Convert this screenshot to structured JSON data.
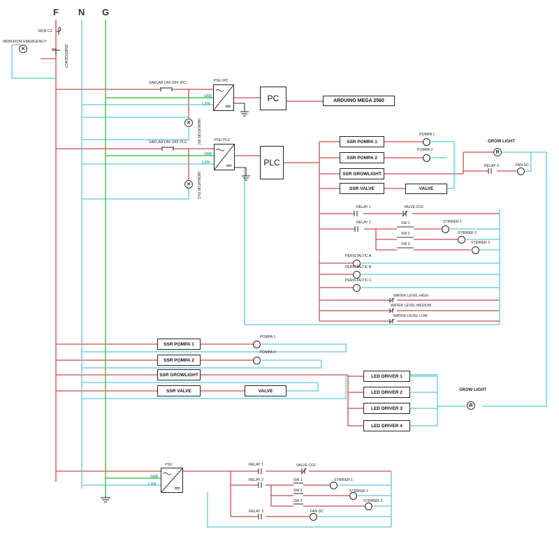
{
  "rails": {
    "f": "F",
    "n": "N",
    "g": "G"
  },
  "top": {
    "mcb": "MCB C2",
    "indicator_emergency": "INDIKATOR EMERGENCY",
    "emergency": "EMERGENCY"
  },
  "pc_section": {
    "switch": "SAKLAR ON/ OFF IPC",
    "psu": "PSU IPC",
    "gnd": "GND",
    "l2n": "L2/N",
    "pc": "PC",
    "arduino": "ARDUINO MEGA 2560",
    "indicator": "INDIKATOR IPC"
  },
  "plc_section": {
    "switch": "SAKLAR ON/ OFF PLC",
    "psu": "PSU PLC",
    "gnd": "GND",
    "l2n": "L2/N",
    "plc": "PLC",
    "indicator": "INDIKATOR PLC",
    "ssr_pompa1": "SSR POMPA 1",
    "ssr_pompa2": "SSR POMPA 2",
    "ssr_growlight": "SSR GROWLIGHT",
    "ssr_valve": "SSR VALVE",
    "valve": "VALVE",
    "pompa1": "POMPA 1",
    "pompa2": "POMPA 2",
    "grow_light": "GROW LIGHT",
    "relay3": "RELAY 3",
    "fan_dc": "FAN DC",
    "relay1": "RELAY 1",
    "valve_co2": "VALVE CO2",
    "relay2": "RELAY 2",
    "sw1": "SW 1",
    "sw2": "SW 2",
    "sw3": "SW 3",
    "stirrer1": "STIRRER 1",
    "stirrer2": "STIRRER 2",
    "stirrer3": "STIRRER 3",
    "peristaltic_a": "PERISTALTIC A",
    "peristaltic_b": "PERISTALTIC B",
    "peristaltic_c": "PERISTALTIC C",
    "wl_high": "WATER LEVEL HIGH",
    "wl_medium": "WATER LEVEL MEDIUM",
    "wl_low": "WATER LEVEL LOW"
  },
  "mid_section": {
    "ssr_pompa1": "SSR POMPA 1",
    "ssr_pompa2": "SSR POMPA 2",
    "ssr_growlight": "SSR GROWLIGHT",
    "ssr_valve": "SSR VALVE",
    "valve": "VALVE",
    "pompa1": "POMPA 1",
    "pompa2": "POMPA 2",
    "led1": "LED DRIVER 1",
    "led2": "LED DRIVER 2",
    "led3": "LED DRIVER 3",
    "led4": "LED DRIVER 4",
    "grow_light": "GROW LIGHT"
  },
  "bottom_section": {
    "psu": "PSU",
    "gnd": "GND",
    "l2n": "L2/N",
    "relay1": "RELAY 1",
    "valve_co2": "VALVE CO2",
    "relay2": "RELAY 2",
    "sw1": "SW 1",
    "sw2": "SW 2",
    "sw3": "SW 3",
    "stirrer1": "STIRRER 1",
    "stirrer2": "STIRRER 2",
    "stirrer3": "STIRRER 3",
    "relay3": "RELAY 3",
    "fan_dc": "FAN DC"
  },
  "colors": {
    "phase": "#c94a4a",
    "neutral": "#5cc8d8",
    "ground": "#4fbf4f"
  }
}
